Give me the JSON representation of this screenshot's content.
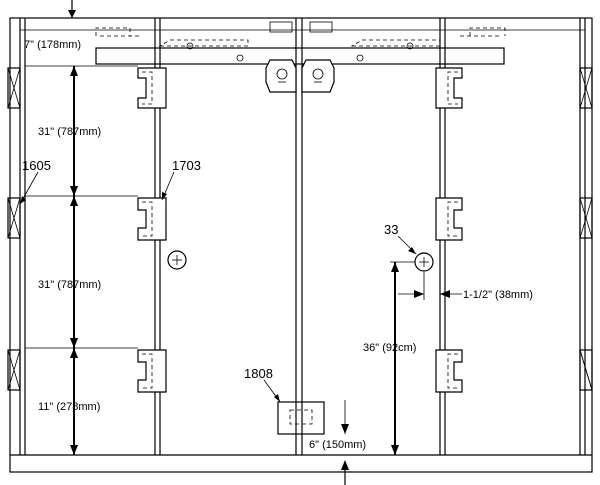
{
  "dimensions": {
    "top": "7\" (178mm)",
    "upper_hinge_gap": "31\" (787mm)",
    "middle_hinge_gap": "31\" (787mm)",
    "bottom_hinge": "11\" (278mm)",
    "handle_offset": "1-1/2\" (38mm)",
    "handle_height": "36\" (92cm)",
    "bottom_bolt": "6\" (150mm)"
  },
  "callouts": {
    "jamb_hinge": "1605",
    "door_hinge": "1703",
    "handle": "33",
    "flush_bolt": "1808"
  }
}
